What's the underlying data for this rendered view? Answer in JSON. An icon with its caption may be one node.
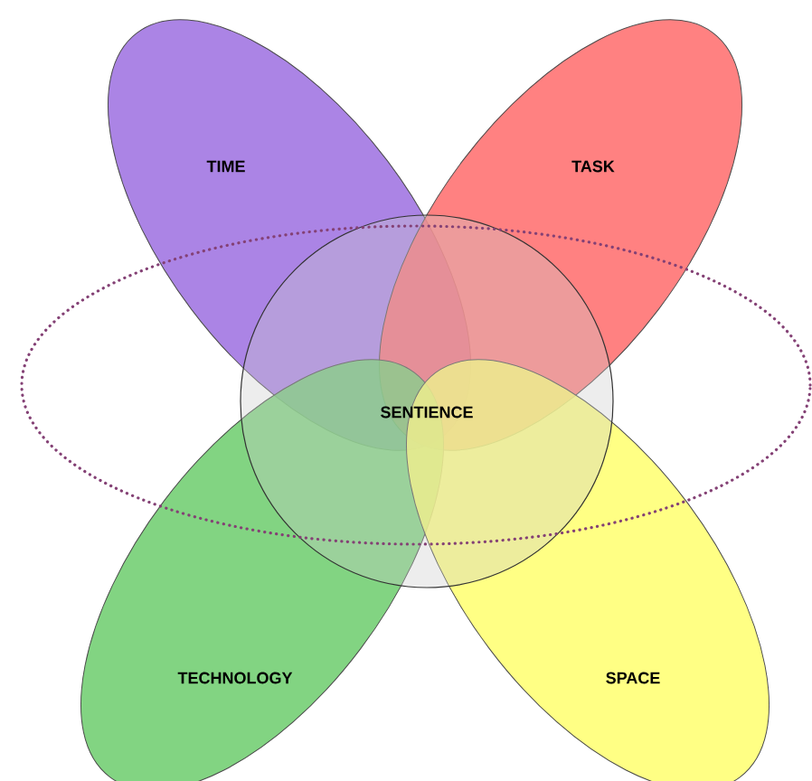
{
  "diagram": {
    "nodes": [
      {
        "text": [
          "TIME"
        ]
      },
      {
        "text": [
          "TASK"
        ]
      },
      {
        "text": [
          "TECHNOLOGY"
        ]
      },
      {
        "text": [
          "SPACE"
        ]
      },
      {
        "text": [
          "SENTIENCE"
        ]
      },
      {
        "text": [],
        "shape": "ellipse"
      }
    ]
  }
}
